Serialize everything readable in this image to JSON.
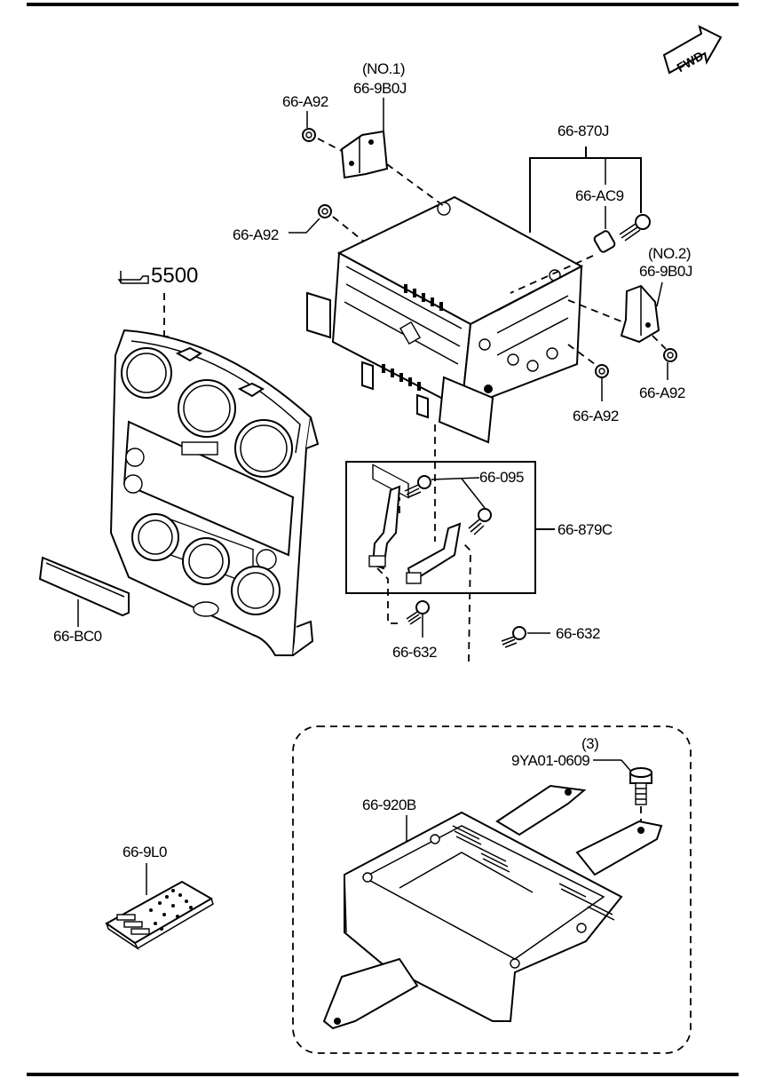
{
  "diagram": {
    "fwd_label": "FWD",
    "ref_label": "5500",
    "labels": {
      "bracket_no1_qty": "(NO.1)",
      "bracket_no1_part": "66-9B0J",
      "screw_a92_top": "66-A92",
      "unit_part": "66-870J",
      "screw_ac9": "66-AC9",
      "screw_a92_mid": "66-A92",
      "bracket_no2_qty": "(NO.2)",
      "bracket_no2_part": "66-9B0J",
      "screw_a92_right": "66-A92",
      "screw_a92_bottom": "66-A92",
      "screw_095": "66-095",
      "bracket_set": "66-879C",
      "screw_632_left": "66-632",
      "screw_632_right": "66-632",
      "cover_bc0": "66-BC0",
      "bolt_qty": "(3)",
      "bolt_part": "9YA01-0609",
      "tray_part": "66-920B",
      "remote_part": "66-9L0"
    }
  }
}
